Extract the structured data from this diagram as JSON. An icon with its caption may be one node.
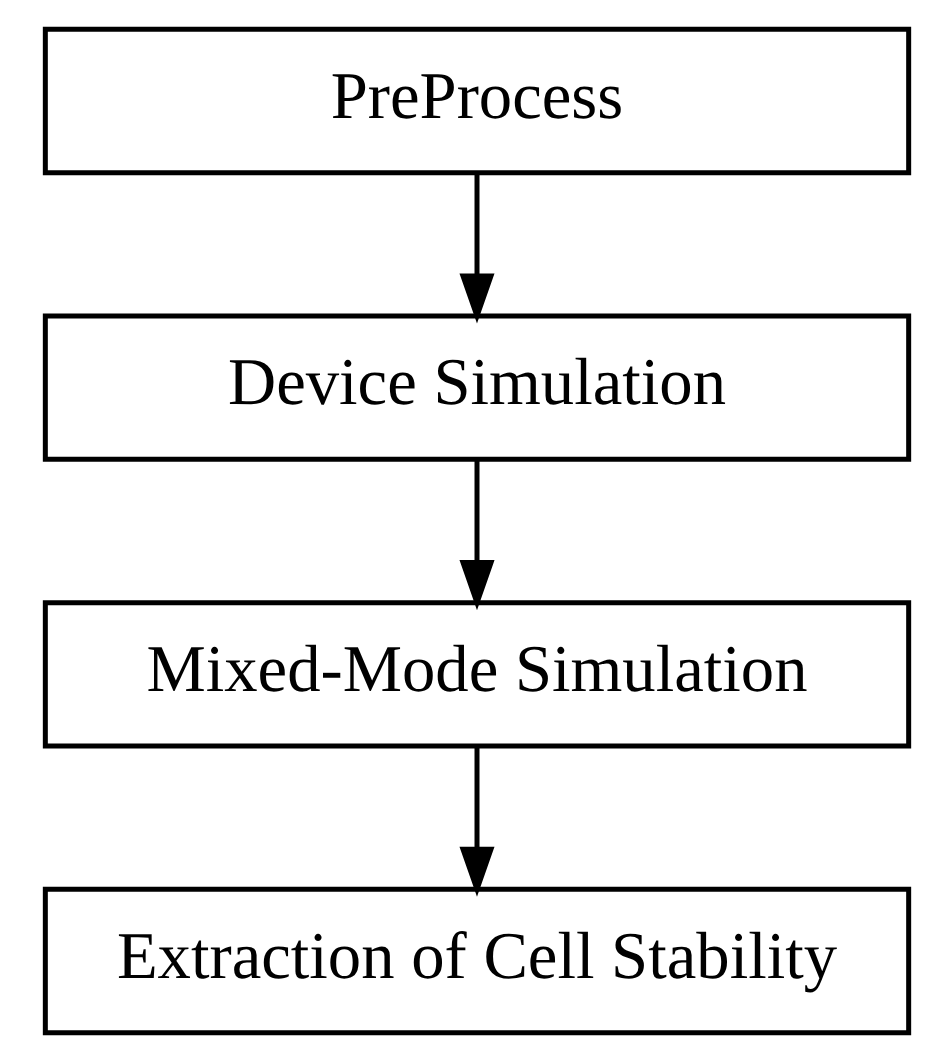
{
  "diagram": {
    "nodes": [
      {
        "text": [
          "PreProcess"
        ]
      },
      {
        "text": [
          "Device Simulation"
        ]
      },
      {
        "text": [
          "Mixed-Mode Simulation"
        ]
      },
      {
        "text": [
          "Extraction of Cell Stability"
        ]
      }
    ],
    "edges": [
      {
        "from": 0,
        "to": 1,
        "arrow": "to"
      },
      {
        "from": 1,
        "to": 2,
        "arrow": "to"
      },
      {
        "from": 2,
        "to": 3,
        "arrow": "to"
      }
    ]
  }
}
